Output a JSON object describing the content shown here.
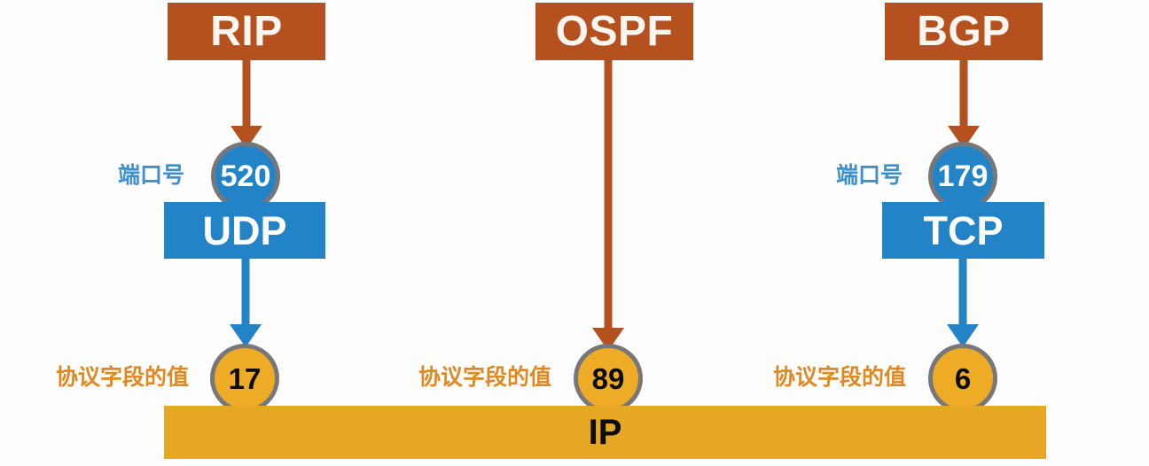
{
  "diagram": {
    "title_alt": "Routing protocols over transport and IP",
    "colors": {
      "protocol_box": "#b4511f",
      "transport_box": "#2383c7",
      "ip_bar": "#e5a724",
      "port_circle_fill": "#2383c7",
      "proto_circle_fill": "#eeab26",
      "circle_border": "#77777a",
      "arrow_brown": "#b4511f",
      "arrow_blue": "#2383c7",
      "label_port_text": "#3e8fce",
      "label_proto_text": "#e08922",
      "background": "#fdfdfd"
    },
    "protocols": [
      {
        "name": "RIP",
        "port_label": "端口号",
        "port_value": "520",
        "transport": "UDP",
        "proto_field_label": "协议字段的值",
        "proto_field_value": "17"
      },
      {
        "name": "OSPF",
        "port_label": "",
        "port_value": "",
        "transport": "",
        "proto_field_label": "协议字段的值",
        "proto_field_value": "89"
      },
      {
        "name": "BGP",
        "port_label": "端口号",
        "port_value": "179",
        "transport": "TCP",
        "proto_field_label": "协议字段的值",
        "proto_field_value": "6"
      }
    ],
    "network_layer": {
      "name": "IP"
    }
  }
}
